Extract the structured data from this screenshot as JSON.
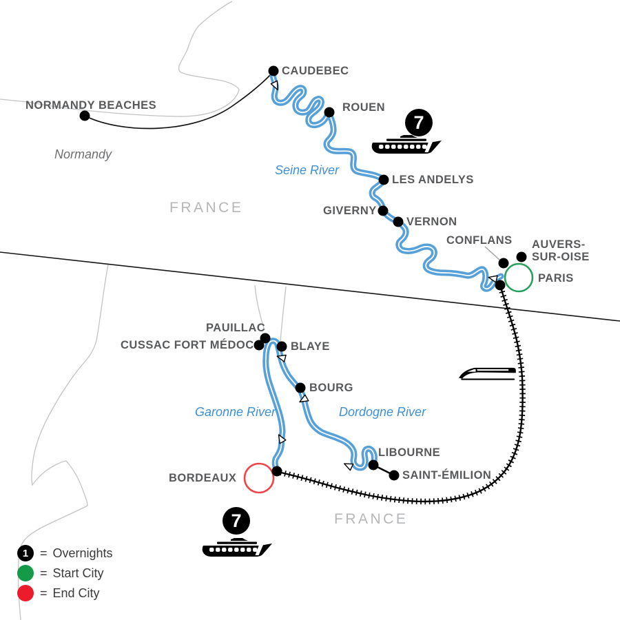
{
  "regions": {
    "france_north": "FRANCE",
    "france_south": "FRANCE",
    "normandy": "Normandy"
  },
  "rivers": {
    "seine": "Seine River",
    "garonne": "Garonne River",
    "dordogne": "Dordogne River"
  },
  "cities": {
    "normandy_beaches": "NORMANDY BEACHES",
    "caudebec": "CAUDEBEC",
    "rouen": "ROUEN",
    "les_andelys": "LES ANDELYS",
    "giverny": "GIVERNY",
    "vernon": "VERNON",
    "conflans": "CONFLANS",
    "auvers_line1": "AUVERS-",
    "auvers_line2": "SUR-OISE",
    "paris": "PARIS",
    "pauillac": "PAUILLAC",
    "cussac_fort_medoc": "CUSSAC FORT MÉDOC",
    "blaye": "BLAYE",
    "bourg": "BOURG",
    "libourne": "LIBOURNE",
    "saint_emilion": "SAINT-ÉMILION",
    "bordeaux": "BORDEAUX"
  },
  "badges": {
    "seine_overnights": "7",
    "garonne_overnights": "7"
  },
  "legend": {
    "eq": "=",
    "overnights_symbol": "1",
    "overnights_label": "Overnights",
    "start_label": "Start City",
    "end_label": "End City"
  },
  "icons": {
    "ship": "river-cruise-ship-icon",
    "train": "high-speed-train-icon"
  },
  "colors": {
    "river_blue": "#58a1d8",
    "river_label_blue": "#3f90d3",
    "city_label_gray": "#58595b",
    "region_label_gray": "#b4b6b8",
    "normandy_label_gray": "#6d6e70",
    "legend_start_green": "#149a49",
    "legend_end_red": "#ec1c2c",
    "start_city_circle": "#27a05c",
    "end_city_circle": "#ee454d"
  }
}
